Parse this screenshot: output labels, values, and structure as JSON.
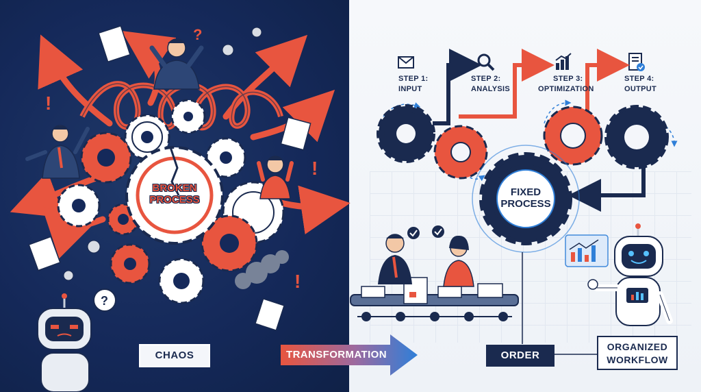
{
  "left_panel": {
    "center_label_line1": "BROKEN",
    "center_label_line2": "PROCESS",
    "banner": "CHAOS"
  },
  "transition": {
    "label": "TRANSFORMATION"
  },
  "right_panel": {
    "steps": [
      {
        "line1": "STEP 1:",
        "line2": "INPUT",
        "icon": "envelope-icon"
      },
      {
        "line1": "STEP 2:",
        "line2": "ANALYSIS",
        "icon": "magnifier-icon"
      },
      {
        "line1": "STEP 3:",
        "line2": "OPTIMIZATION",
        "icon": "bar-chart-icon"
      },
      {
        "line1": "STEP 4:",
        "line2": "OUTPUT",
        "icon": "document-check-icon"
      }
    ],
    "center_label_line1": "FIXED",
    "center_label_line2": "PROCESS",
    "banner": "ORDER",
    "callout_line1": "ORGANIZED",
    "callout_line2": "WORKFLOW"
  },
  "colors": {
    "navy": "#1a2a4f",
    "coral": "#e8553f",
    "dark_bg": "#15295a",
    "light_bg": "#f4f6fa",
    "blue_accent": "#2f7fd8"
  }
}
